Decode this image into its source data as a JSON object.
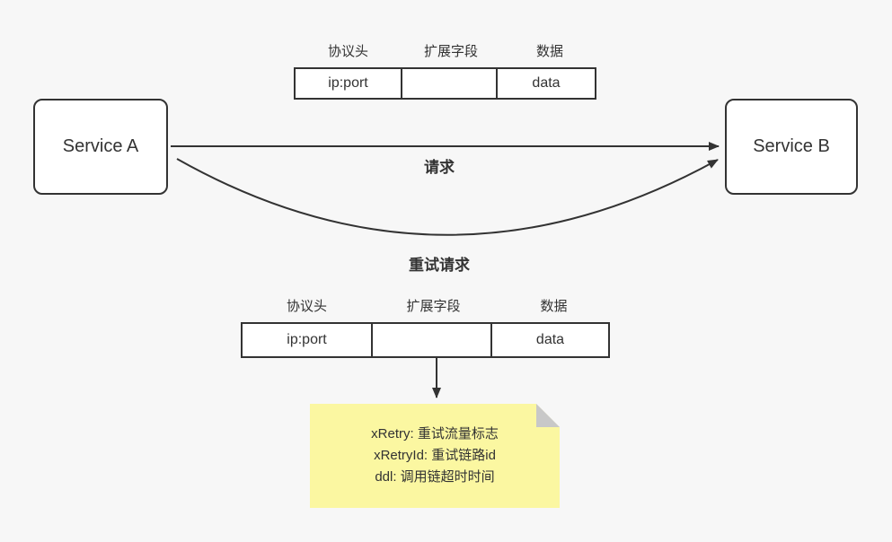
{
  "nodes": {
    "service_a": "Service A",
    "service_b": "Service B"
  },
  "edges": {
    "request_label": "请求",
    "retry_label": "重试请求"
  },
  "packets": {
    "top": {
      "labels": [
        "协议头",
        "扩展字段",
        "数据"
      ],
      "cells": [
        "ip:port",
        "",
        "data"
      ]
    },
    "bottom": {
      "labels": [
        "协议头",
        "扩展字段",
        "数据"
      ],
      "cells": [
        "ip:port",
        "",
        "data"
      ]
    }
  },
  "note": {
    "lines": [
      "xRetry: 重试流量标志",
      "xRetryId: 重试链路id",
      "ddl: 调用链超时时间"
    ]
  },
  "colors": {
    "background": "#f7f7f7",
    "stroke": "#333333",
    "note_bg": "#fbf7a1",
    "note_fold": "#c8c8c8"
  }
}
